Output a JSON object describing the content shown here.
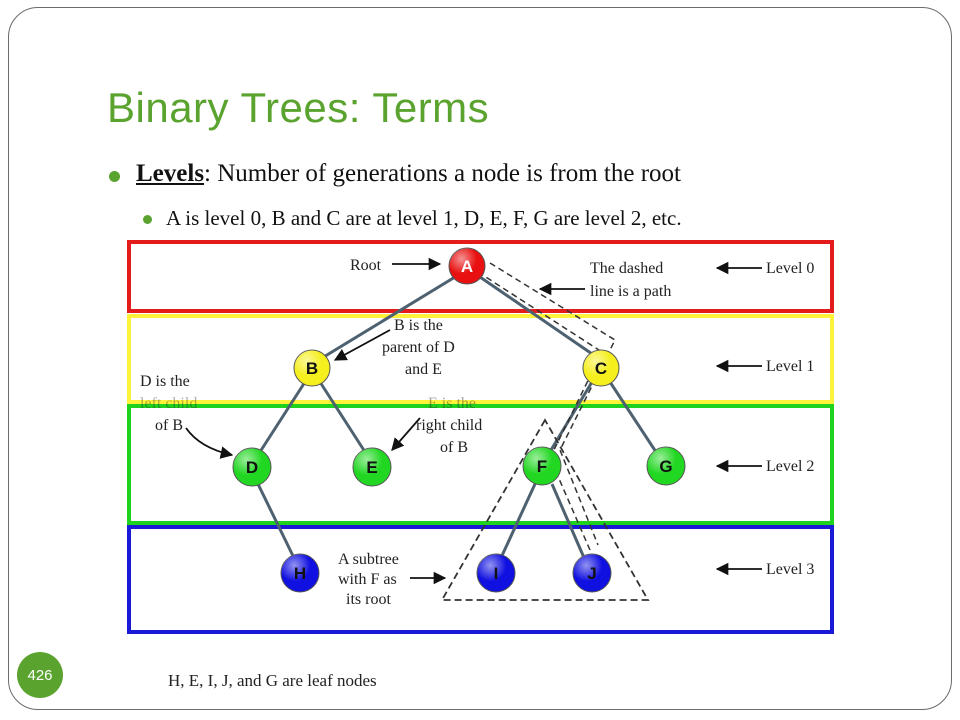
{
  "slide": {
    "title": "Binary Trees: Terms",
    "bullet1": {
      "term": "Levels",
      "text": ": Number of generations a node is from the root"
    },
    "bullet2": {
      "text": "A is level 0, B and C are at level 1, D, E, F, G are level 2, etc."
    },
    "page_number": "426",
    "footnote": "H, E, I, J, and G are leaf nodes"
  },
  "diagram": {
    "levels": [
      {
        "label": "Level 0",
        "color": "#e31b1b"
      },
      {
        "label": "Level 1",
        "color": "#fff23a"
      },
      {
        "label": "Level 2",
        "color": "#1ed21e"
      },
      {
        "label": "Level 3",
        "color": "#1a1ad6"
      }
    ],
    "nodes": [
      {
        "id": "A",
        "label": "A",
        "color": "#e81010"
      },
      {
        "id": "B",
        "label": "B",
        "color": "#f5ef1e"
      },
      {
        "id": "C",
        "label": "C",
        "color": "#f5ef1e"
      },
      {
        "id": "D",
        "label": "D",
        "color": "#22d722"
      },
      {
        "id": "E",
        "label": "E",
        "color": "#22d722"
      },
      {
        "id": "F",
        "label": "F",
        "color": "#22d722"
      },
      {
        "id": "G",
        "label": "G",
        "color": "#22d722"
      },
      {
        "id": "H",
        "label": "H",
        "color": "#1010e0"
      },
      {
        "id": "I",
        "label": "I",
        "color": "#1010e0"
      },
      {
        "id": "J",
        "label": "J",
        "color": "#1010e0"
      }
    ],
    "annotations": {
      "root": "Root",
      "path_1": "The dashed",
      "path_2": "line is a path",
      "parent_1": "B is the",
      "parent_2": "parent of D",
      "parent_3": "and E",
      "leftchild_1": "D is the",
      "leftchild_2": "left child",
      "leftchild_3": "of B",
      "rightchild_1": "E is the",
      "rightchild_2": "right child",
      "rightchild_3": "of B",
      "subtree_1": "A subtree",
      "subtree_2": "with F as",
      "subtree_3": "its root"
    }
  }
}
